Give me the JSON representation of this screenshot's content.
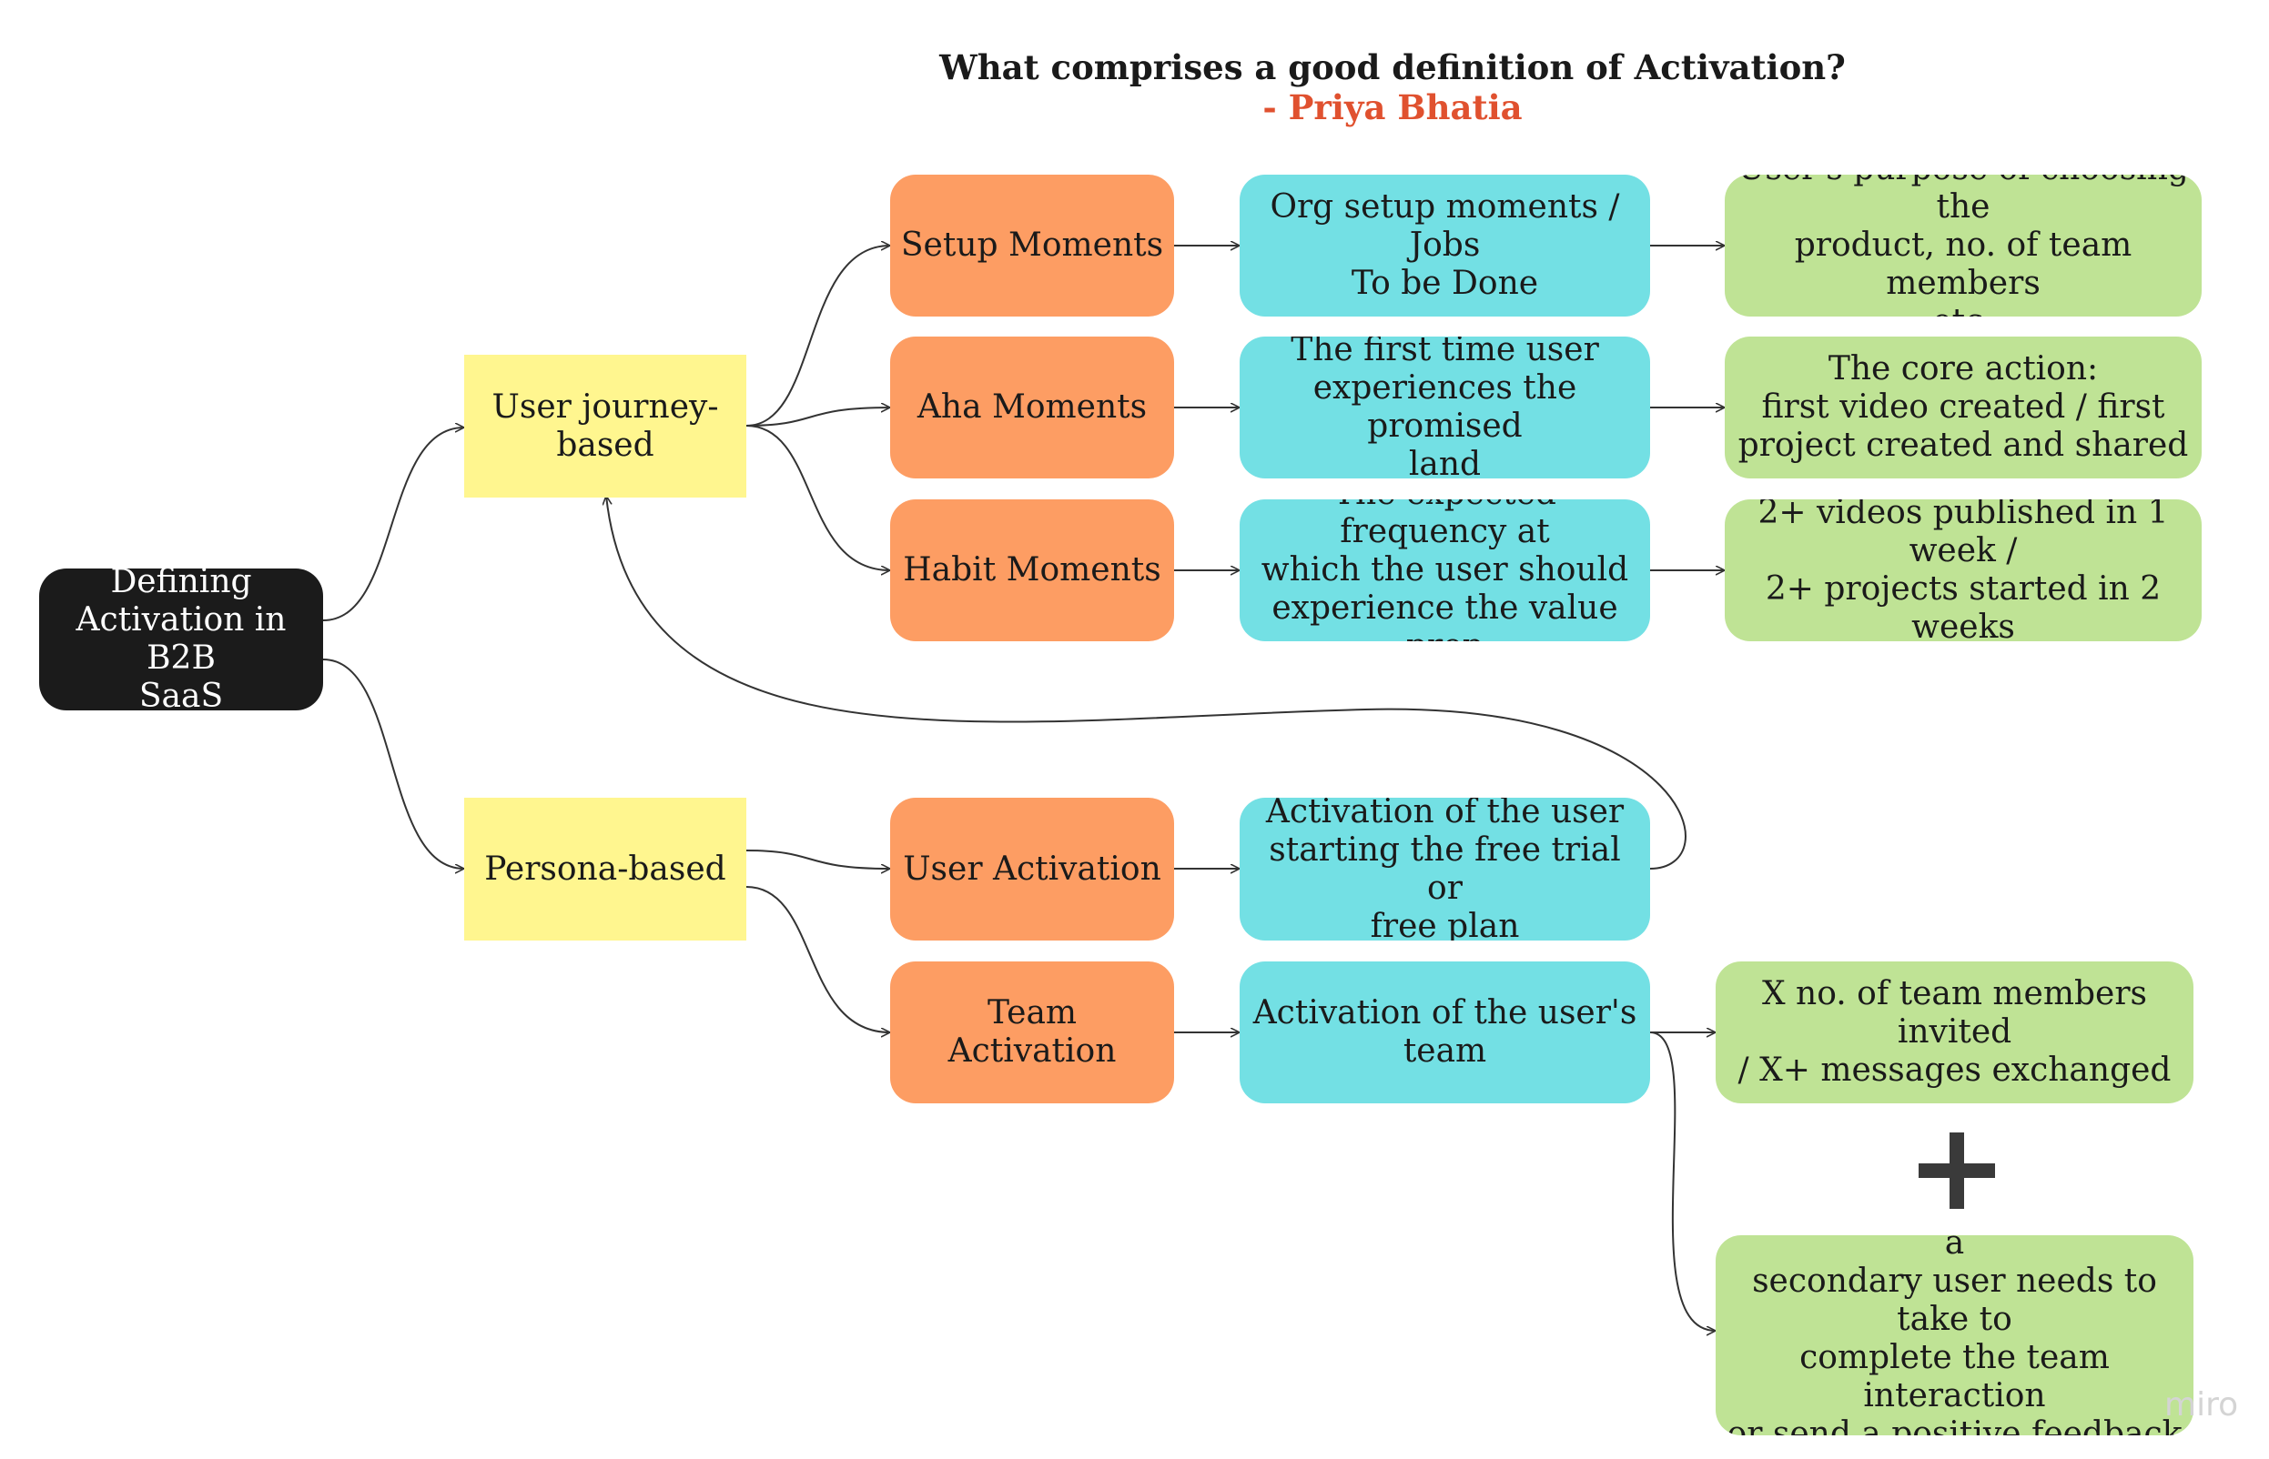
{
  "title": "What comprises a good definition of Activation?",
  "author": "- Priya Bhatia",
  "nodes": {
    "root": "Defining\nActivation in B2B\nSaaS",
    "journey": "User journey-\nbased",
    "persona": "Persona-based",
    "setup": "Setup Moments",
    "aha": "Aha Moments",
    "habit": "Habit Moments",
    "user_act": "User Activation",
    "team_act": "Team Activation",
    "setup_def": "Org setup moments / Jobs\nTo be Done",
    "aha_def": "The first time user\nexperiences the promised\nland",
    "habit_def": "The expected frequency at\nwhich the user should\nexperience the value prop",
    "user_act_def": "Activation of the user\nstarting the free trial or\nfree plan",
    "team_act_def": "Activation of the user's\nteam",
    "setup_ex": "User's purpose of choosing the\nproduct, no. of team members\netc.",
    "aha_ex": "The core action:\nfirst video created / first\nproject created and shared",
    "habit_ex": "2+ videos published in 1 week /\n2+ projects started in 2 weeks",
    "team_ex": "X no. of team members invited\n/ X+ messages exchanged",
    "team_ex2": "Any additional action that a\nsecondary user needs to take to\ncomplete the team interaction\nor send a positive feedback\nsignal to the primary user."
  },
  "plus_icon": "plus-icon",
  "watermark": "miro",
  "colors": {
    "dark": "#1b1b1b",
    "yellow": "#fff68f",
    "orange": "#fd9d63",
    "cyan": "#73e0e4",
    "green": "#bfe395",
    "author": "#e0512f"
  }
}
